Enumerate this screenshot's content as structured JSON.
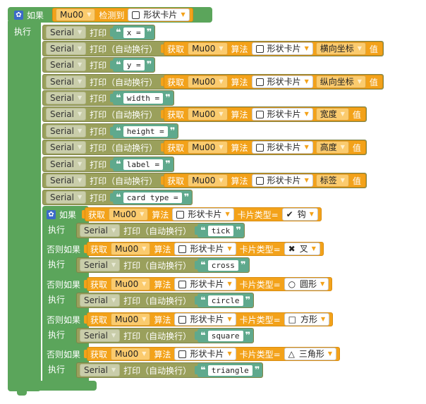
{
  "outer_if": {
    "keyword": "如果",
    "sensor": "Mu00",
    "detected": "检测到",
    "target": "形状卡片"
  },
  "exec_label": "执行",
  "serial": "Serial",
  "print": "打印",
  "print_ln": "打印（自动换行）",
  "get": "获取",
  "algorithm": "算法",
  "value_suffix": "值",
  "shape_card": "形状卡片",
  "print_rows": [
    {
      "kind": "str",
      "text": "x ="
    },
    {
      "kind": "get",
      "prop": "横向坐标"
    },
    {
      "kind": "str",
      "text": "y ="
    },
    {
      "kind": "get",
      "prop": "纵向坐标"
    },
    {
      "kind": "str",
      "text": "width ="
    },
    {
      "kind": "get",
      "prop": "宽度"
    },
    {
      "kind": "str",
      "text": "height ="
    },
    {
      "kind": "get",
      "prop": "高度"
    },
    {
      "kind": "str",
      "text": "label ="
    },
    {
      "kind": "get",
      "prop": "标签"
    },
    {
      "kind": "str",
      "text": "card type ="
    }
  ],
  "inner_if": {
    "if_kw": "如果",
    "elseif_kw": "否则如果",
    "card_type_label": "卡片类型=",
    "branches": [
      {
        "symbol": "✔",
        "type": "钩",
        "output": "tick"
      },
      {
        "symbol": "✖",
        "type": "叉",
        "output": "cross"
      },
      {
        "symbol": "○",
        "type": "圆形",
        "output": "circle"
      },
      {
        "symbol": "□",
        "type": "方形",
        "output": "square"
      },
      {
        "symbol": "△",
        "type": "三角形",
        "output": "triangle"
      }
    ]
  }
}
